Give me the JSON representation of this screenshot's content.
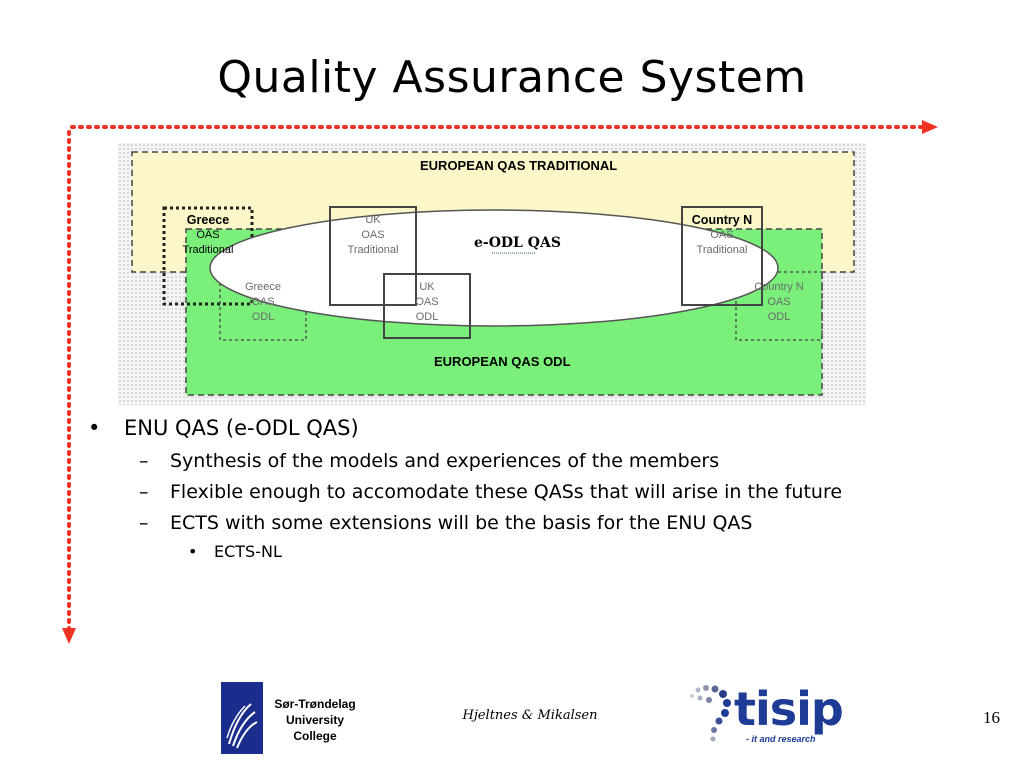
{
  "slide": {
    "title": "Quality Assurance System",
    "page_number": "16",
    "footer_author": "Hjeltnes & Mikalsen"
  },
  "diagram": {
    "european_traditional": "EUROPEAN QAS TRADITIONAL",
    "european_odl": "EUROPEAN QAS ODL",
    "eodl": "e-ODL QAS",
    "greece_trad_name": "Greece",
    "greece_trad_text": "OAS\nTraditional",
    "uk_trad": "UK\nOAS\nTraditional",
    "country_n_trad_name": "Country N",
    "country_n_trad_text": "OAS\nTraditional",
    "greece_odl": "Greece\nOAS\nODL",
    "uk_odl": "UK\nOAS\nODL",
    "country_n_odl": "Country N\nOAS\nODL"
  },
  "bullets": {
    "main": "ENU QAS (e-ODL QAS)",
    "sub1": "Synthesis of the models and experiences of the members",
    "sub2": "Flexible enough to accomodate these QASs that will arise in the future",
    "sub3": "ECTS with some extensions will be the basis for the ENU QAS",
    "subsub1": "ECTS-NL",
    "marker_l1": "•",
    "marker_l2": "–",
    "marker_l3": "•"
  },
  "logos": {
    "college": "Sør-Trøndelag University College",
    "tisip_name": "tisip",
    "tisip_tagline": "- it and research"
  },
  "colors": {
    "accent_arrow": "#ee3322",
    "traditional_fill": "#fbf7c8",
    "odl_fill": "#7af07a",
    "brand_blue": "#1e3c96"
  }
}
